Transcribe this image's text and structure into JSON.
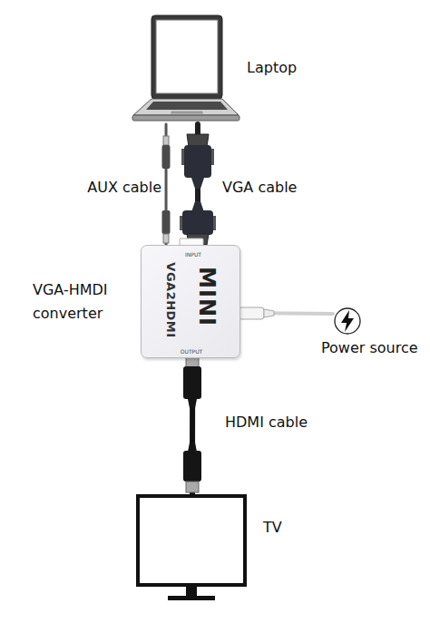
{
  "diagram": {
    "nodes": [
      {
        "text": [
          "Laptop"
        ]
      },
      {
        "text": [
          "VGA-HMDI converter",
          "VGA2HDMI",
          "MINI",
          "INPUT",
          "OUTPUT"
        ]
      },
      {
        "text": [
          "Power source"
        ]
      },
      {
        "text": [
          "TV"
        ]
      }
    ],
    "edges": [
      {
        "from": 0,
        "to": 1,
        "arrow": "none",
        "label": "AUX cable"
      },
      {
        "from": 0,
        "to": 1,
        "arrow": "none",
        "label": "VGA cable"
      },
      {
        "from": 1,
        "to": 2,
        "arrow": "none"
      },
      {
        "from": 1,
        "to": 3,
        "arrow": "none",
        "label": "HDMI cable"
      }
    ]
  }
}
